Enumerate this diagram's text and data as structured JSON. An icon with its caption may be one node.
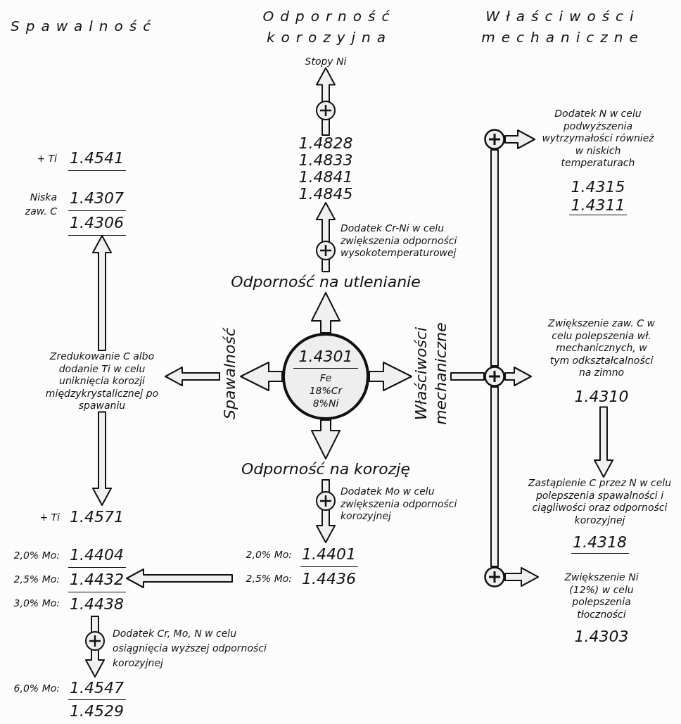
{
  "diagram": {
    "nodes": [
      {
        "text": [
          "1.4301",
          "Fe 18%Cr 8%Ni"
        ]
      },
      {
        "text": [
          "Odporność na utlenianie"
        ]
      },
      {
        "text": [
          "Odporność na korozję"
        ]
      },
      {
        "text": [
          "Spawalność"
        ]
      },
      {
        "text": [
          "Właściwości mechaniczne"
        ]
      },
      {
        "text": [
          "1.4828",
          "1.4833",
          "1.4841",
          "1.4845"
        ]
      },
      {
        "text": [
          "Stopy Ni"
        ]
      },
      {
        "text": [
          "1.4541",
          "1.4307",
          "1.4306"
        ],
        "beside": [
          "+ Ti",
          "Niska zaw. C"
        ]
      },
      {
        "text": [
          "Zredukowanie C albo dodanie Ti w celu uniknięcia korozji międzykrystalicznej po spawaniu"
        ]
      },
      {
        "text": [
          "1.4571",
          "1.4404",
          "1.4432",
          "1.4438"
        ],
        "beside": [
          "+ Ti",
          "2,0% Mo:",
          "2,5% Mo:",
          "3,0% Mo:"
        ]
      },
      {
        "text": [
          "1.4547",
          "1.4529"
        ],
        "beside": [
          "6,0% Mo:"
        ]
      },
      {
        "text": [
          "1.4401",
          "1.4436"
        ],
        "beside": [
          "2,0% Mo:",
          "2,5% Mo:"
        ]
      },
      {
        "text": [
          "Dodatek N w celu podwyższenia wytrzymałości również w niskich temperaturach",
          "1.4315",
          "1.4311"
        ]
      },
      {
        "text": [
          "Zwiększenie zaw. C w celu polepszenia wł. mechanicznych, w tym odkształcalności na zimno",
          "1.4310"
        ]
      },
      {
        "text": [
          "Zastąpienie C przez N w celu polepszenia spawalności i ciągliwości oraz odporności korozyjnej",
          "1.4318"
        ]
      },
      {
        "text": [
          "Zwiększenie Ni (12%) w celu polepszenia tłoczności",
          "1.4303"
        ]
      },
      {
        "text": [],
        "shape": "circle"
      },
      {
        "text": [],
        "shape": "circle"
      },
      {
        "text": [],
        "shape": "circle"
      }
    ],
    "edges": [
      {
        "from": 0,
        "to": 1,
        "arrow": "to"
      },
      {
        "from": 0,
        "to": 2,
        "arrow": "to"
      },
      {
        "from": 0,
        "to": 3,
        "arrow": "to"
      },
      {
        "from": 0,
        "to": 4,
        "arrow": "to"
      },
      {
        "from": 1,
        "to": 5,
        "arrow": "to",
        "label": "Dodatek Cr-Ni w celu zwiększenia odporności wysokotemperaturowej"
      },
      {
        "from": 5,
        "to": 6,
        "arrow": "to"
      },
      {
        "from": 3,
        "to": 8,
        "arrow": "to"
      },
      {
        "from": 8,
        "to": 7,
        "arrow": "to"
      },
      {
        "from": 8,
        "to": 9,
        "arrow": "to"
      },
      {
        "from": 2,
        "to": 11,
        "arrow": "to",
        "label": "Dodatek Mo w celu zwiększenia odporności korozyjnej"
      },
      {
        "from": 11,
        "to": 9,
        "arrow": "to"
      },
      {
        "from": 9,
        "to": 10,
        "arrow": "to",
        "label": "Dodatek Cr, Mo, N w celu osiągnięcia wyższej odporności korozyjnej"
      },
      {
        "from": 4,
        "to": 17,
        "arrow": "none"
      },
      {
        "from": 16,
        "to": 17,
        "arrow": "none"
      },
      {
        "from": 17,
        "to": 18,
        "arrow": "none"
      },
      {
        "from": 16,
        "to": 12,
        "arrow": "to"
      },
      {
        "from": 17,
        "to": 13,
        "arrow": "to"
      },
      {
        "from": 13,
        "to": 14,
        "arrow": "to"
      },
      {
        "from": 18,
        "to": 15,
        "arrow": "to"
      }
    ],
    "labels": [
      "Spawalność",
      "Odporność korozyjna",
      "Właściwości mechaniczne"
    ]
  }
}
